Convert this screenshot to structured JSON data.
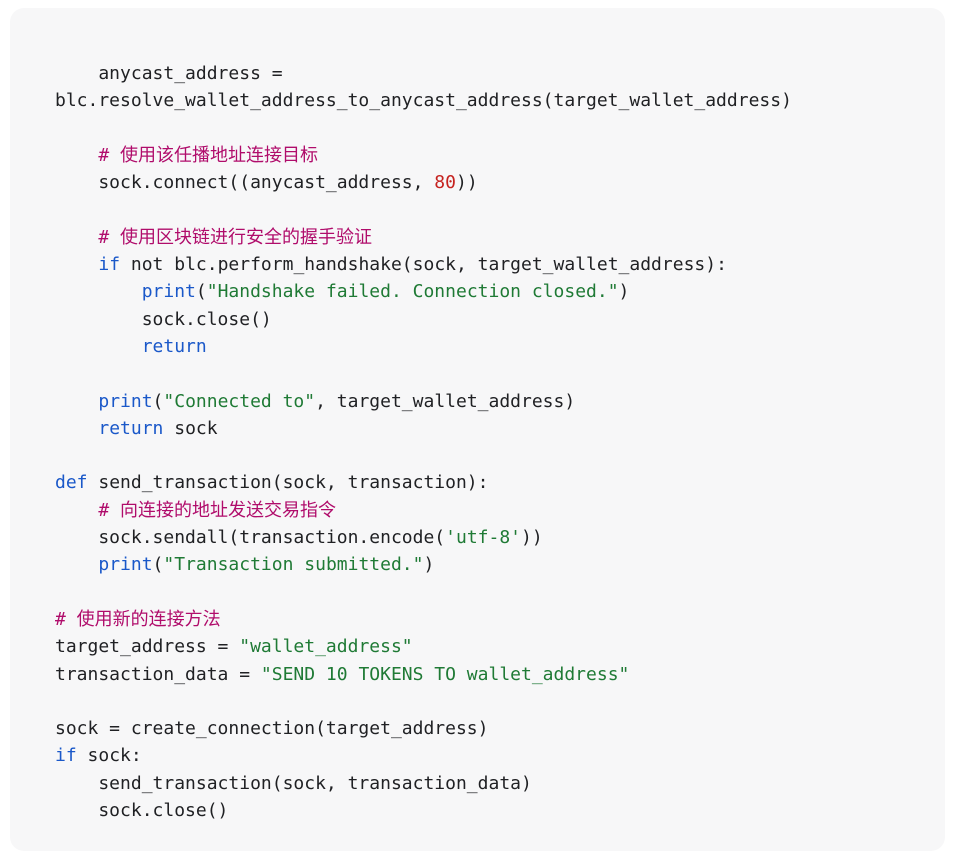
{
  "colors": {
    "background": "#f7f7f8",
    "text": "#202124",
    "keyword": "#1a58c9",
    "comment": "#b00c6b",
    "string": "#1f7a35",
    "number": "#c5221f"
  },
  "code": {
    "language": "python",
    "lines": [
      [
        {
          "t": "text",
          "v": "    anycast_address ="
        }
      ],
      [
        {
          "t": "text",
          "v": "blc.resolve_wallet_address_to_anycast_address(target_wallet_address)"
        }
      ],
      [],
      [
        {
          "t": "comment",
          "v": "    # 使用该任播地址连接目标"
        }
      ],
      [
        {
          "t": "text",
          "v": "    sock.connect((anycast_address, "
        },
        {
          "t": "number",
          "v": "80"
        },
        {
          "t": "text",
          "v": "))"
        }
      ],
      [],
      [
        {
          "t": "comment",
          "v": "    # 使用区块链进行安全的握手验证"
        }
      ],
      [
        {
          "t": "text",
          "v": "    "
        },
        {
          "t": "kw",
          "v": "if"
        },
        {
          "t": "text",
          "v": " not blc.perform_handshake(sock, target_wallet_address):"
        }
      ],
      [
        {
          "t": "text",
          "v": "        "
        },
        {
          "t": "kw",
          "v": "print"
        },
        {
          "t": "text",
          "v": "("
        },
        {
          "t": "string",
          "v": "\"Handshake failed. Connection closed.\""
        },
        {
          "t": "text",
          "v": ")"
        }
      ],
      [
        {
          "t": "text",
          "v": "        sock.close()"
        }
      ],
      [
        {
          "t": "text",
          "v": "        "
        },
        {
          "t": "kw",
          "v": "return"
        }
      ],
      [],
      [
        {
          "t": "text",
          "v": "    "
        },
        {
          "t": "kw",
          "v": "print"
        },
        {
          "t": "text",
          "v": "("
        },
        {
          "t": "string",
          "v": "\"Connected to\""
        },
        {
          "t": "text",
          "v": ", target_wallet_address)"
        }
      ],
      [
        {
          "t": "text",
          "v": "    "
        },
        {
          "t": "kw",
          "v": "return"
        },
        {
          "t": "text",
          "v": " sock"
        }
      ],
      [],
      [
        {
          "t": "kw",
          "v": "def"
        },
        {
          "t": "text",
          "v": " send_transaction(sock, transaction):"
        }
      ],
      [
        {
          "t": "comment",
          "v": "    # 向连接的地址发送交易指令"
        }
      ],
      [
        {
          "t": "text",
          "v": "    sock.sendall(transaction.encode("
        },
        {
          "t": "string",
          "v": "'utf-8'"
        },
        {
          "t": "text",
          "v": "))"
        }
      ],
      [
        {
          "t": "text",
          "v": "    "
        },
        {
          "t": "kw",
          "v": "print"
        },
        {
          "t": "text",
          "v": "("
        },
        {
          "t": "string",
          "v": "\"Transaction submitted.\""
        },
        {
          "t": "text",
          "v": ")"
        }
      ],
      [],
      [
        {
          "t": "comment",
          "v": "# 使用新的连接方法"
        }
      ],
      [
        {
          "t": "text",
          "v": "target_address = "
        },
        {
          "t": "string",
          "v": "\"wallet_address\""
        }
      ],
      [
        {
          "t": "text",
          "v": "transaction_data = "
        },
        {
          "t": "string",
          "v": "\"SEND 10 TOKENS TO wallet_address\""
        }
      ],
      [],
      [
        {
          "t": "text",
          "v": "sock = create_connection(target_address)"
        }
      ],
      [
        {
          "t": "kw",
          "v": "if"
        },
        {
          "t": "text",
          "v": " sock:"
        }
      ],
      [
        {
          "t": "text",
          "v": "    send_transaction(sock, transaction_data)"
        }
      ],
      [
        {
          "t": "text",
          "v": "    sock.close()"
        }
      ]
    ]
  }
}
